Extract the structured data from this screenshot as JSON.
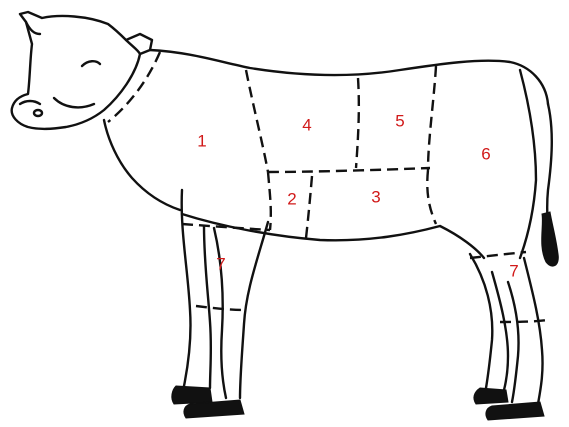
{
  "diagram": {
    "cut_labels": [
      {
        "id": "1",
        "text": "1"
      },
      {
        "id": "2",
        "text": "2"
      },
      {
        "id": "3",
        "text": "3"
      },
      {
        "id": "4",
        "text": "4"
      },
      {
        "id": "5",
        "text": "5"
      },
      {
        "id": "6",
        "text": "6"
      },
      {
        "id": "7-front",
        "text": "7"
      },
      {
        "id": "7-hind",
        "text": "7"
      }
    ],
    "colors": {
      "label": "#d11a1a",
      "line": "#111111",
      "background": "#ffffff"
    }
  }
}
